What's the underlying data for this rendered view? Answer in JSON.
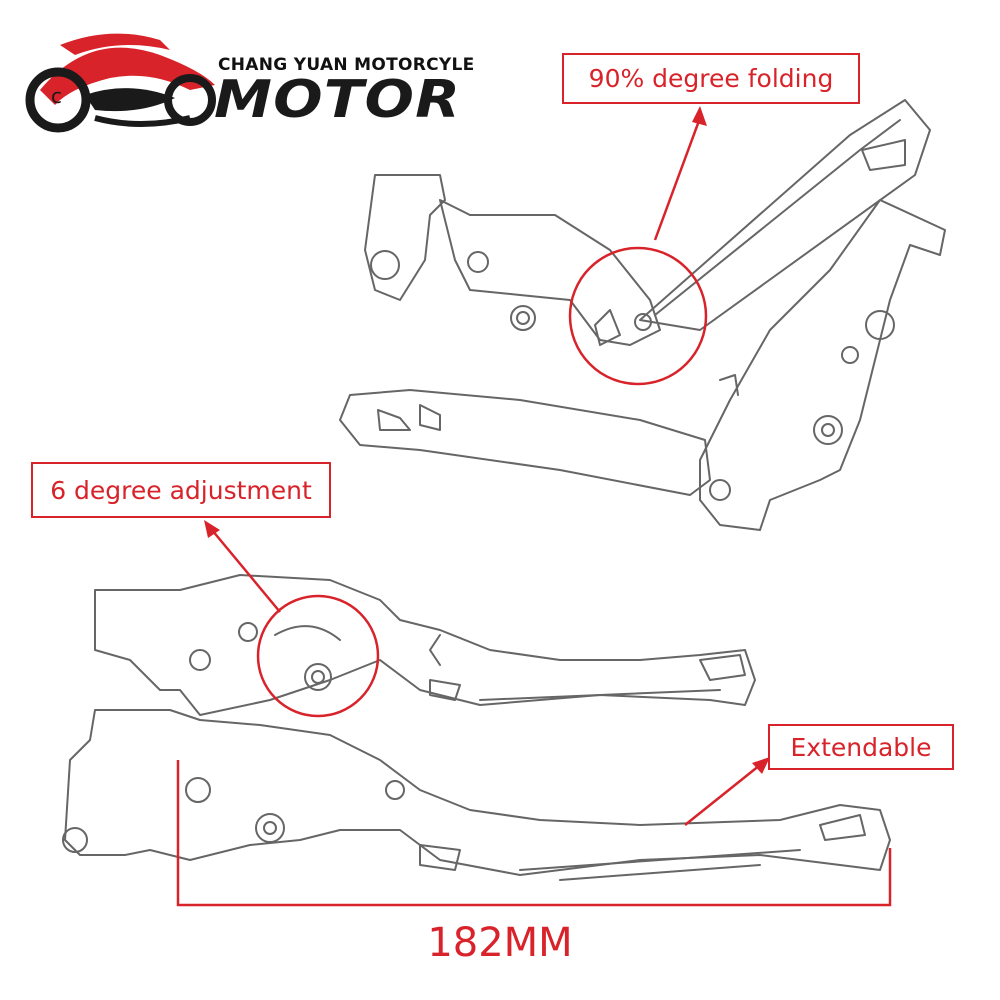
{
  "brand": {
    "company": "CHANG YUAN MOTORCYLE",
    "name": "MOTOR",
    "logo_icon": "motorcycle-logo-icon",
    "logo_letter": "c"
  },
  "callouts": {
    "folding": "90% degree folding",
    "adjustment": "6 degree adjustment",
    "extendable": "Extendable"
  },
  "measurement": "182MM",
  "colors": {
    "accent": "#d8232a",
    "line_art": "#555555",
    "brand_text": "#1a1a1a"
  }
}
